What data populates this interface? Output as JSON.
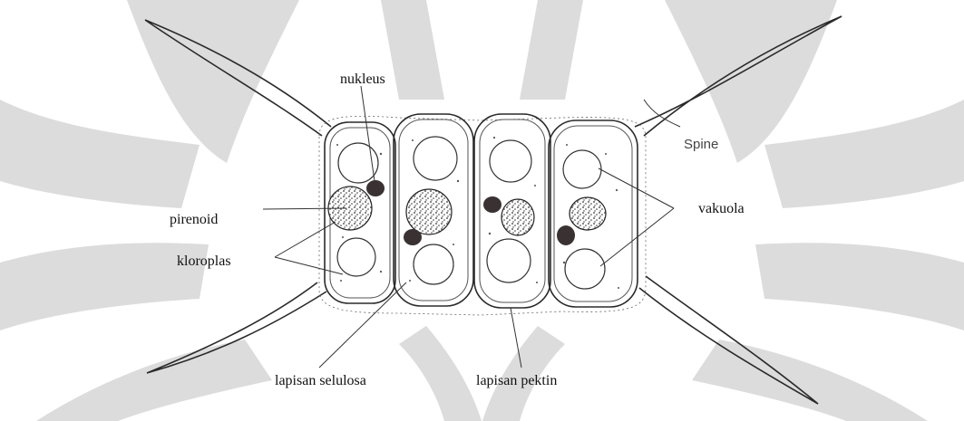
{
  "diagram": {
    "labels": {
      "nukleus": "nukleus",
      "spine": "Spine",
      "pirenoid": "pirenoid",
      "vakuola": "vakuola",
      "kloroplas": "kloroplas",
      "lapisan_selulosa": "lapisan selulosa",
      "lapisan_pektin": "lapisan pektin"
    },
    "colors": {
      "watermark": "#d6d6d6",
      "line": "#2a2a2a",
      "nucleus_fill": "#3a3232",
      "speckle": "#555555"
    }
  }
}
